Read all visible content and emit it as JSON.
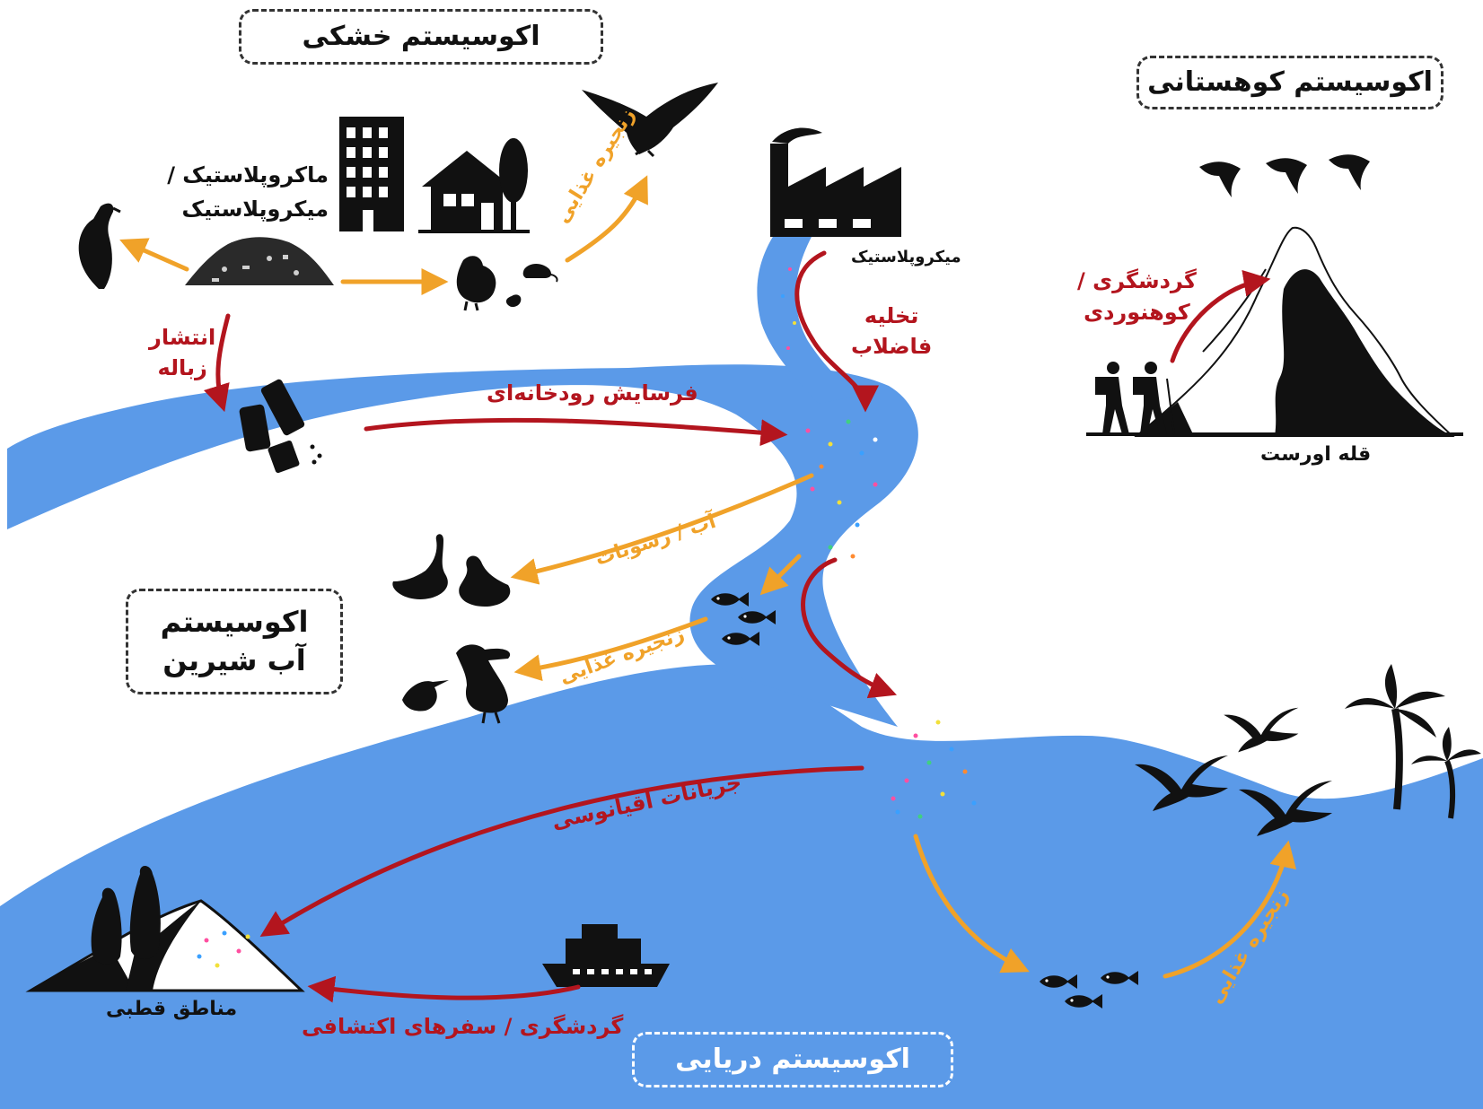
{
  "ecosystems": {
    "terrestrial": "اکوسیستم خشکی",
    "mountain": "اکوسیستم کوهستانی",
    "freshwater_line1": "اکوسیستم",
    "freshwater_line2": "آب شیرین",
    "marine": "اکوسیستم دریایی"
  },
  "labels": {
    "macro_micro_line1": "ماکروپلاستیک /",
    "macro_micro_line2": "میکروپلاستیک",
    "microplastic": "میکروپلاستیک",
    "wastewater_line1": "تخلیه",
    "wastewater_line2": "فاضلاب",
    "waste_release_line1": "انتشار",
    "waste_release_line2": "زباله",
    "river_erosion": "فرسایش رودخانه‌ای",
    "food_chain_land": "زنجیره غذایی",
    "water_sediment": "آب / رسوبات",
    "food_chain_fresh": "زنجیره غذایی",
    "ocean_currents": "جریانات اقیانوسی",
    "tourism_expeditions": "گردشگری / سفرهای اکتشافی",
    "food_chain_marine": "زنجیره غذایی",
    "tourism_hiking_line1": "گردشگری /",
    "tourism_hiking_line2": "کوهنوردی",
    "everest": "قله اورست",
    "polar": "مناطق قطبی"
  },
  "colors": {
    "water": "#5b9ae8",
    "red_arrow": "#b3151e",
    "orange_arrow": "#f0a229",
    "silhouette": "#111111"
  }
}
